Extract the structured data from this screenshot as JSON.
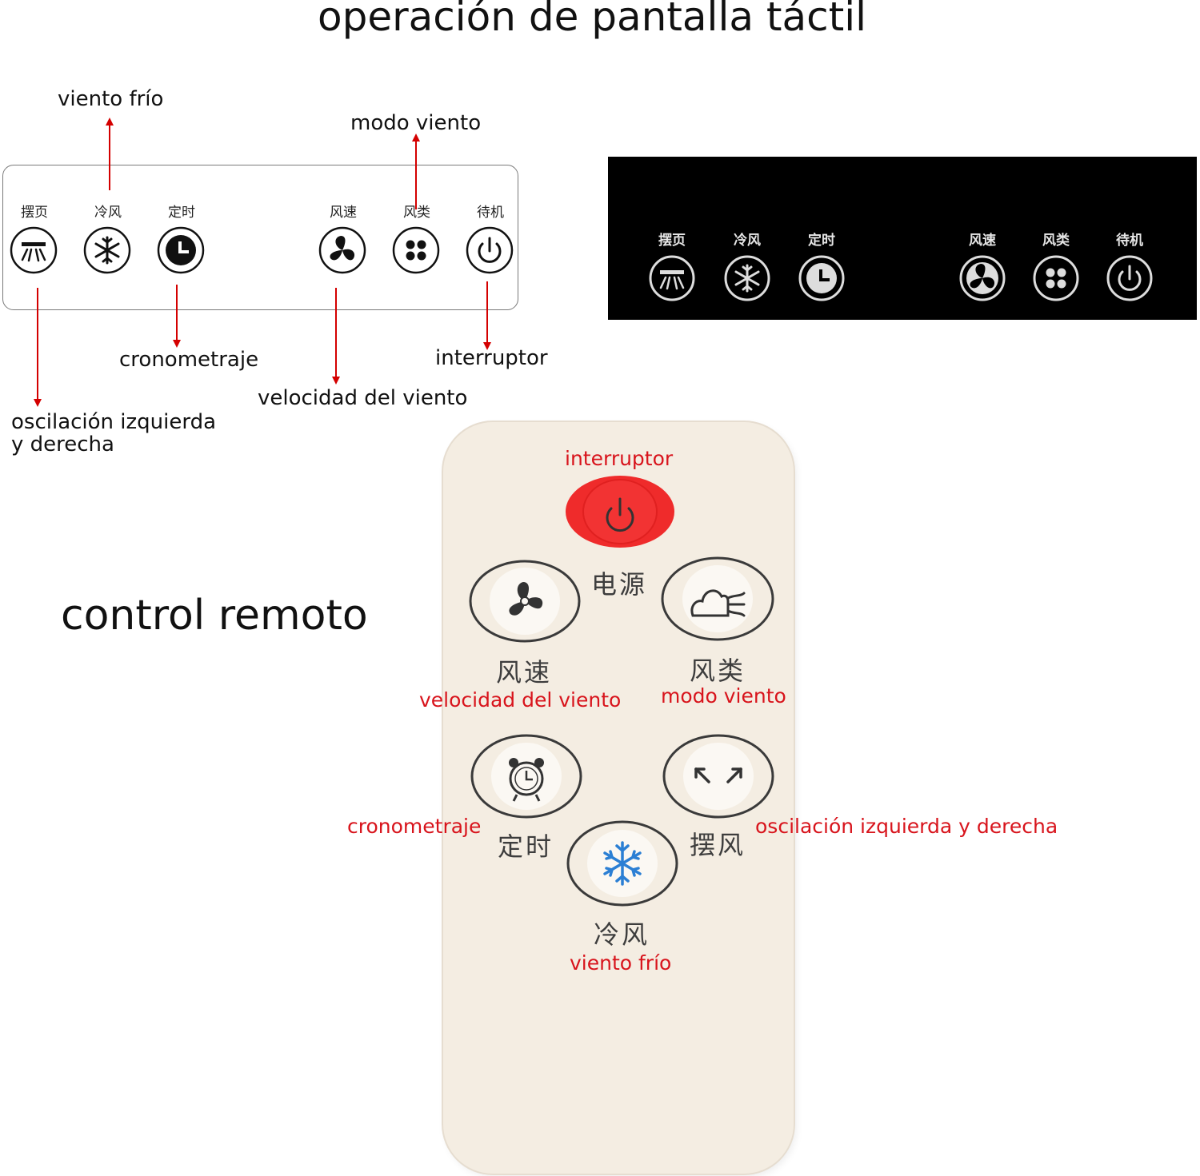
{
  "titles": {
    "touch": "operación de pantalla táctil",
    "remote": "control remoto"
  },
  "panel": {
    "buttons": [
      {
        "cn": "摆页",
        "icon": "swing-icon"
      },
      {
        "cn": "冷风",
        "icon": "snowflake-icon"
      },
      {
        "cn": "定时",
        "icon": "clock-icon"
      },
      {
        "cn": "风速",
        "icon": "fan-icon"
      },
      {
        "cn": "风类",
        "icon": "four-dots-icon"
      },
      {
        "cn": "待机",
        "icon": "power-icon"
      }
    ],
    "callouts": {
      "cold_wind": "viento frío",
      "wind_mode": "modo viento",
      "timer": "cronometraje",
      "switch": "interruptor",
      "wind_speed": "velocidad del viento",
      "oscillation_line1": "oscilación izquierda",
      "oscillation_line2": "y derecha"
    }
  },
  "remote": {
    "power": {
      "cn": "电源",
      "label": "interruptor",
      "icon": "power-icon",
      "color": "#ef2b2b"
    },
    "speed": {
      "cn": "风速",
      "label": "velocidad del viento",
      "icon": "fan-icon"
    },
    "mode": {
      "cn": "风类",
      "label": "modo viento",
      "icon": "wind-cloud-icon"
    },
    "timer": {
      "cn": "定时",
      "label": "cronometraje",
      "icon": "alarm-clock-icon"
    },
    "swing": {
      "cn": "摆风",
      "label": "oscilación izquierda y derecha",
      "icon": "swing-arrows-icon"
    },
    "cool": {
      "cn": "冷风",
      "label": "viento frío",
      "icon": "snowflake-icon"
    }
  },
  "colors": {
    "callout_red": "#d8141c",
    "arrow_red": "#d40000",
    "power_red": "#ef2b2b",
    "snow_blue": "#2b7fd4"
  }
}
